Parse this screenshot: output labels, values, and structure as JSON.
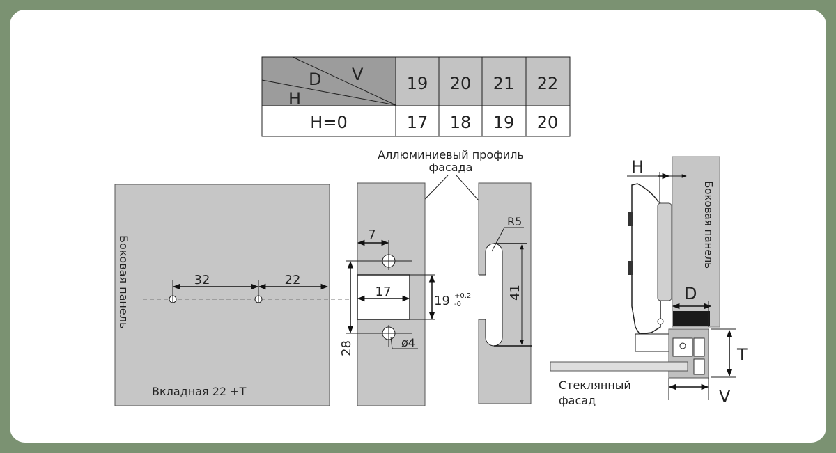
{
  "colors": {
    "background": "#7b9272",
    "card": "#ffffff",
    "panel": "#c6c6c6",
    "table_header_dark": "#9c9c9c",
    "table_header": "#c3c3c3"
  },
  "table": {
    "corner_labels": {
      "d": "D",
      "v": "V",
      "h": "H"
    },
    "row_label": "H=0",
    "v_values": [
      "19",
      "20",
      "21",
      "22"
    ],
    "d_values": [
      "17",
      "18",
      "19",
      "20"
    ]
  },
  "labels": {
    "profile_line1": "Аллюминиевый профиль",
    "profile_line2": "фасада",
    "side_panel": "Боковая панель",
    "inset": "Вкладная 22 +Т",
    "glass_line1": "Стеклянный",
    "glass_line2": "фасад"
  },
  "dimensions": {
    "d32": "32",
    "d22": "22",
    "d7": "7",
    "d17": "17",
    "d19": "19",
    "tol_plus": "+0.2",
    "tol_minus": "-0",
    "d28": "28",
    "hole": "ø4",
    "r5": "R5",
    "d41": "41",
    "h": "H",
    "d": "D",
    "t": "T",
    "v": "V"
  }
}
